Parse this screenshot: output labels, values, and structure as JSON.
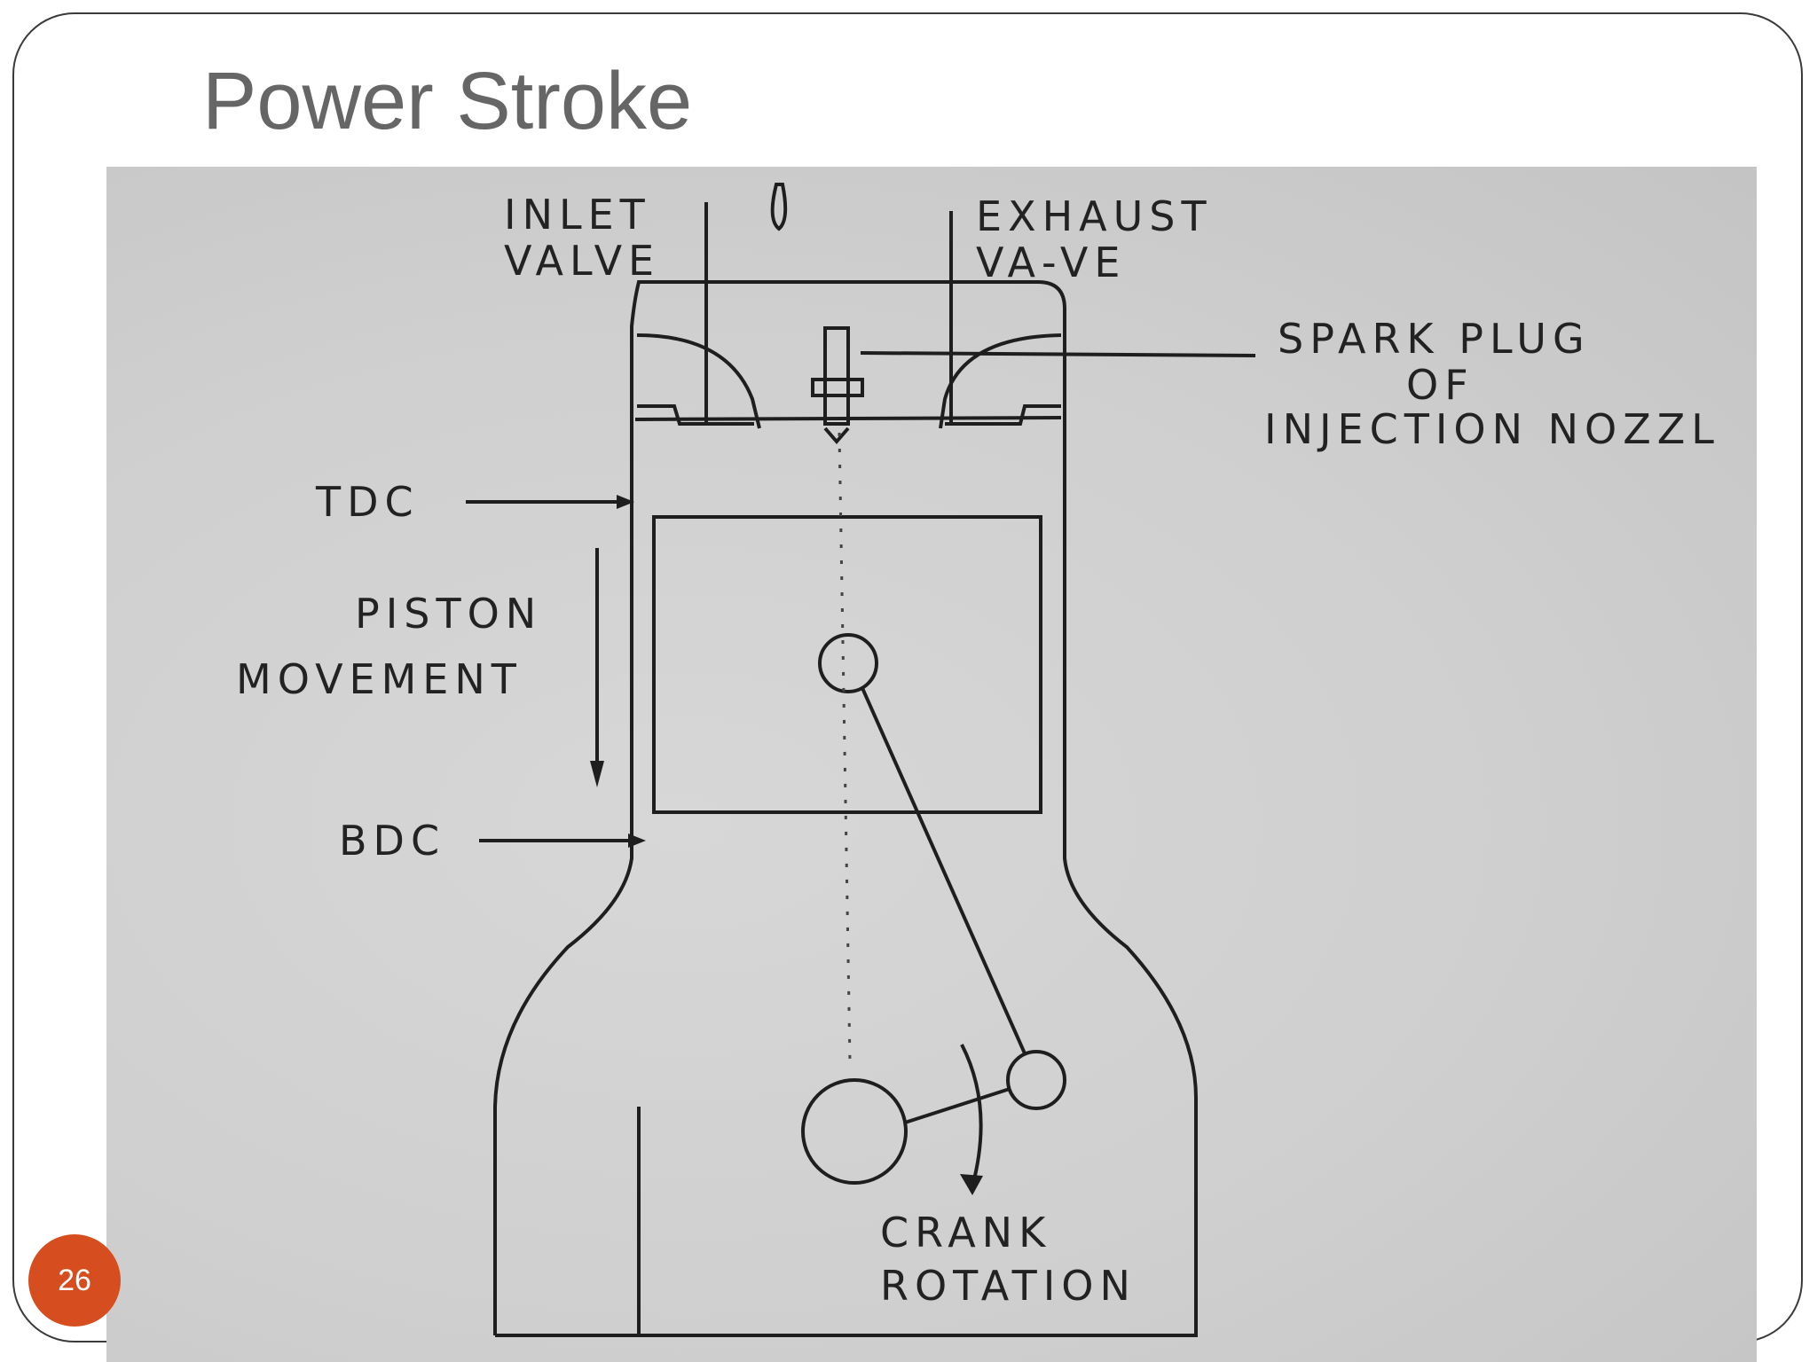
{
  "slide": {
    "title": "Power Stroke",
    "page_number": "26",
    "accent_color": "#d64e1f"
  },
  "diagram": {
    "labels": {
      "inlet_valve_1": "INLET",
      "inlet_valve_2": "VALVE",
      "exhaust_valve_1": "EXHAUST",
      "exhaust_valve_2": "VA‐VE",
      "spark_plug_1": "SPARK PLUG",
      "spark_plug_2": "OF",
      "spark_plug_3": "INJECTION NOZZL",
      "tdc": "TDC",
      "bdc": "BDC",
      "piston_movement_1": "PISTON",
      "piston_movement_2": "MOVEMENT",
      "crank_rotation_1": "CRANK",
      "crank_rotation_2": "ROTATION"
    }
  }
}
